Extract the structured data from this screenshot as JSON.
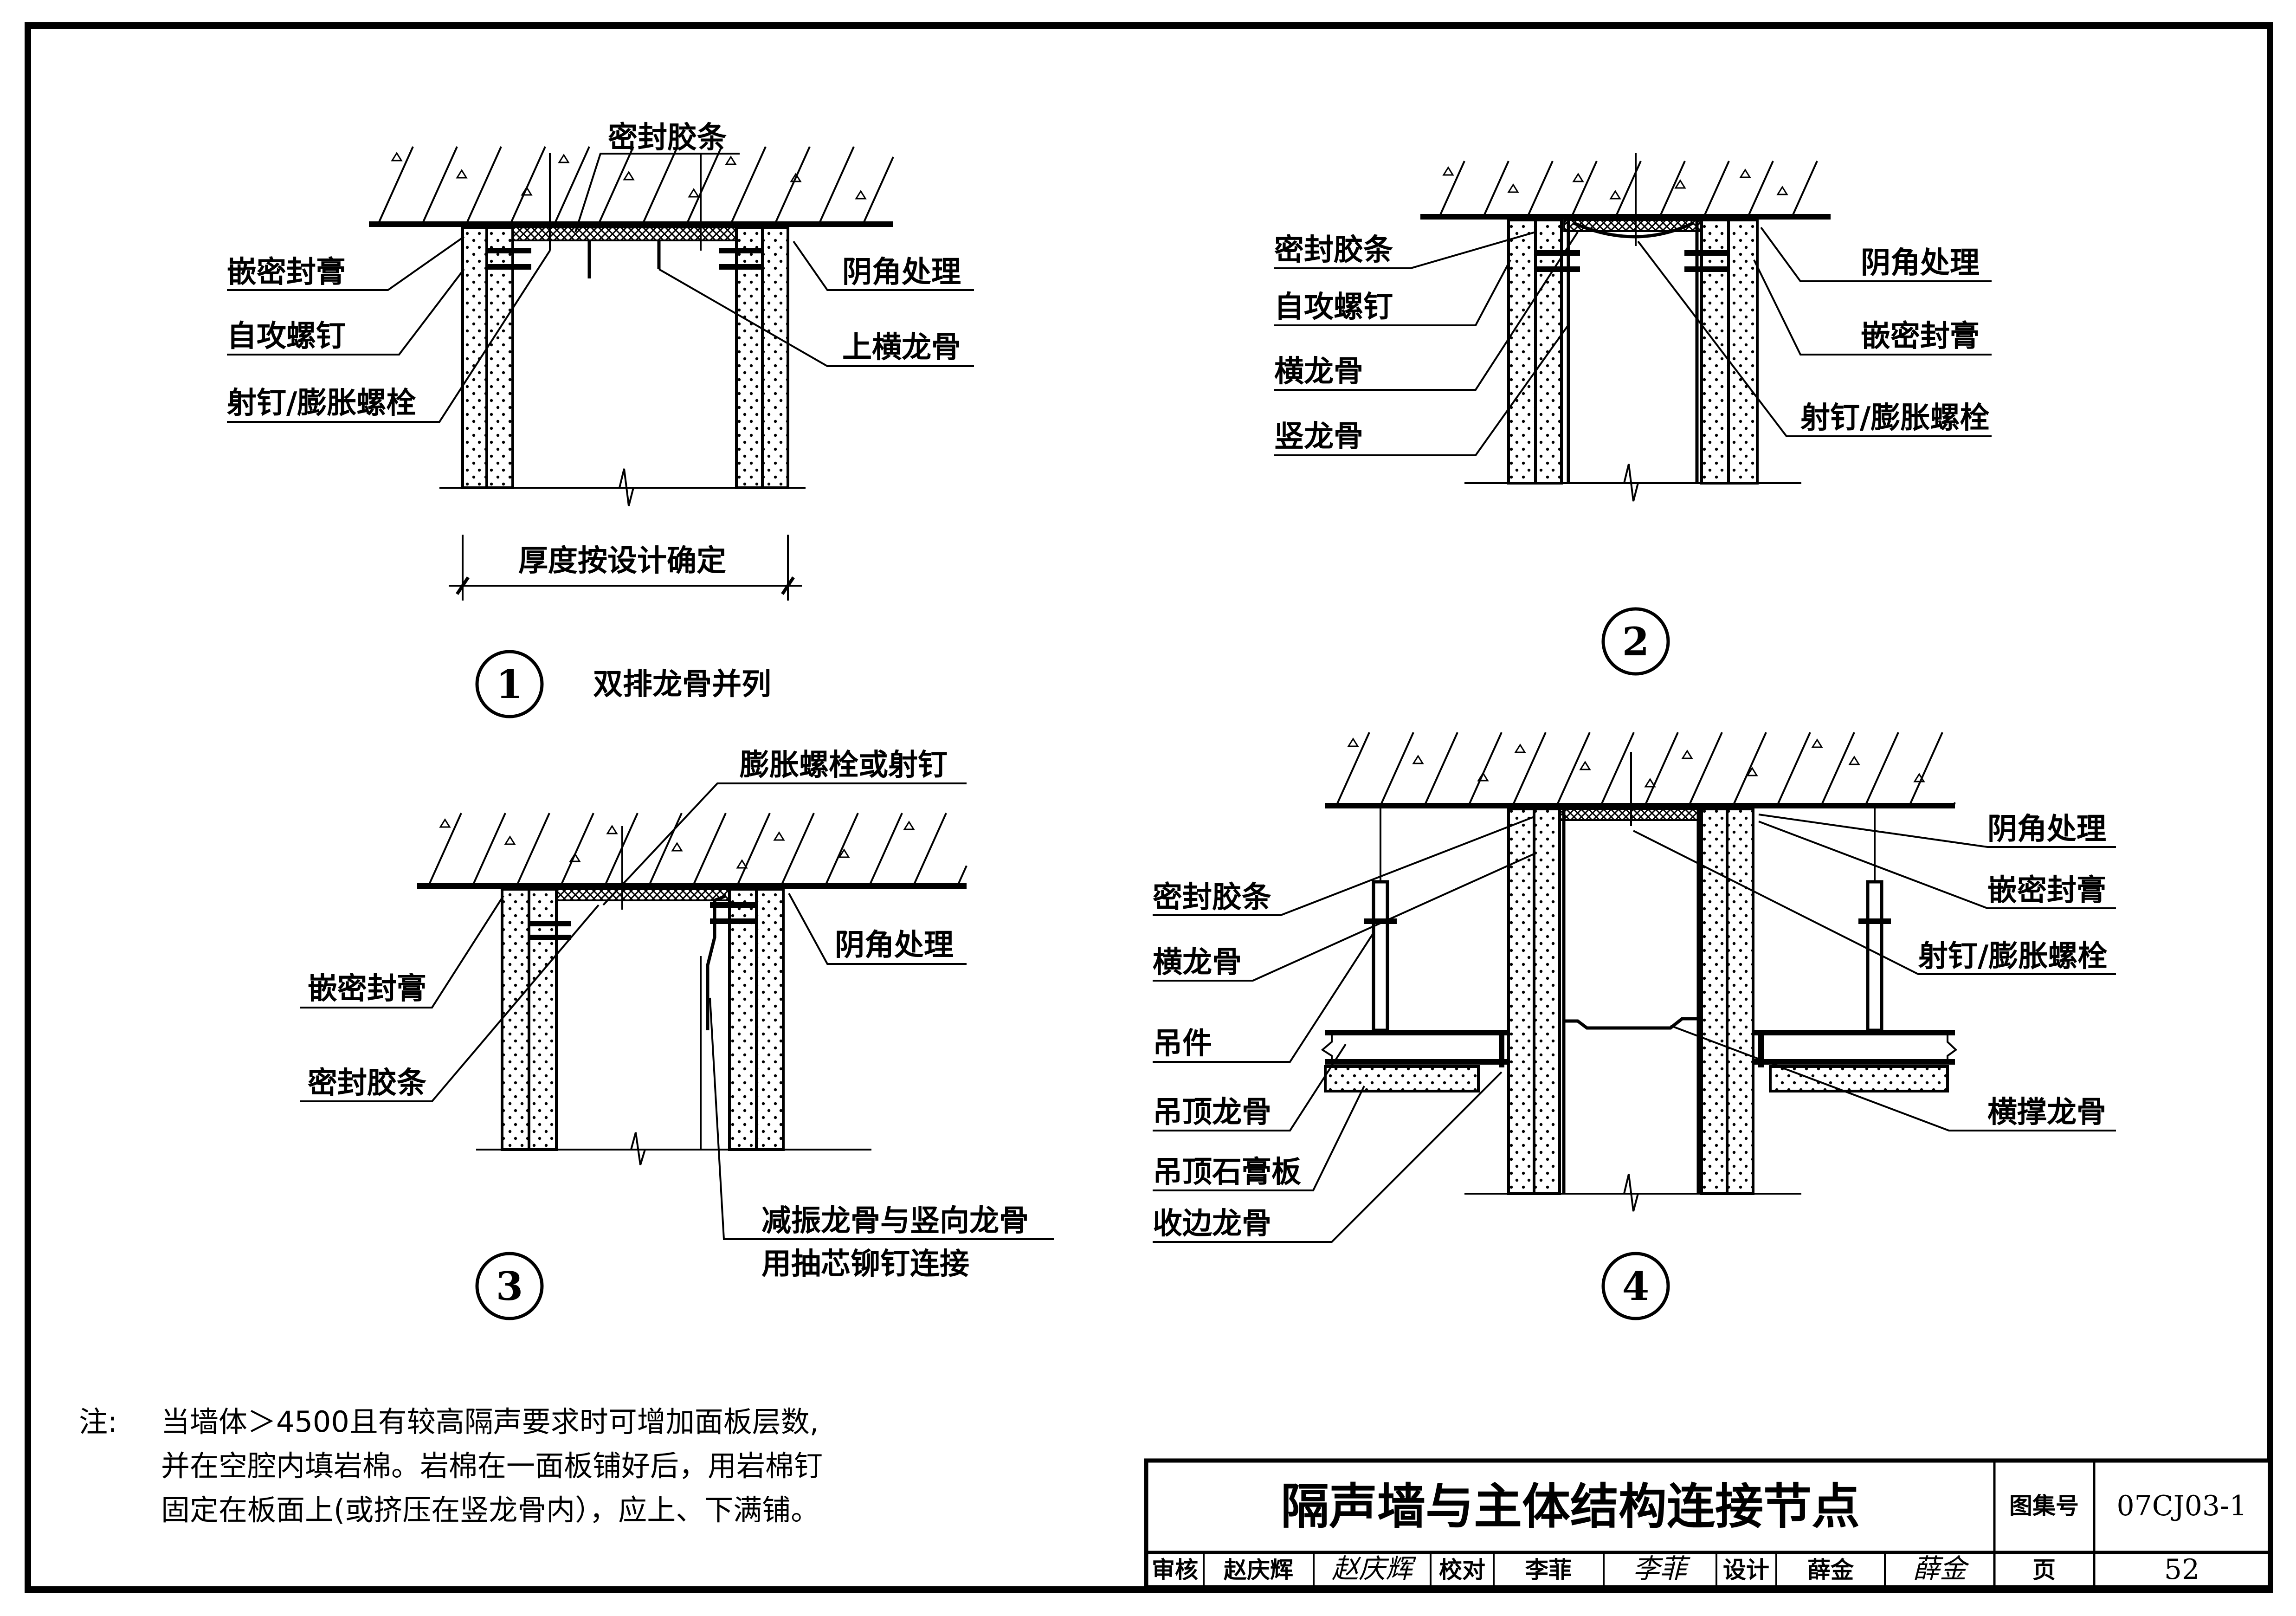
{
  "sheet": {
    "title": "隔声墙与主体结构连接节点",
    "atlas_label": "图集号",
    "atlas_no": "07CJ03-1",
    "page_label": "页",
    "page_no": "52",
    "signoff": [
      {
        "role": "审核",
        "name": "赵庆辉",
        "signature": "赵庆辉"
      },
      {
        "role": "校对",
        "name": "李菲",
        "signature": "李菲"
      },
      {
        "role": "设计",
        "name": "薛金",
        "signature": "薛金"
      }
    ]
  },
  "details": [
    {
      "number": "1",
      "caption": "双排龙骨并列",
      "dimension": "厚度按设计确定",
      "labels_top": [
        "密封胶条"
      ],
      "labels_left": [
        "嵌密封膏",
        "自攻螺钉",
        "射钉/膨胀螺栓"
      ],
      "labels_right": [
        "阴角处理",
        "上横龙骨"
      ]
    },
    {
      "number": "2",
      "labels_left": [
        "密封胶条",
        "自攻螺钉",
        "横龙骨",
        "竖龙骨"
      ],
      "labels_right": [
        "阴角处理",
        "嵌密封膏",
        "射钉/膨胀螺栓"
      ]
    },
    {
      "number": "3",
      "labels_top": [
        "膨胀螺栓或射钉"
      ],
      "labels_left": [
        "嵌密封膏",
        "密封胶条"
      ],
      "labels_right": [
        "阴角处理",
        "减振龙骨与竖向龙骨",
        "用抽芯铆钉连接"
      ]
    },
    {
      "number": "4",
      "labels_left": [
        "密封胶条",
        "横龙骨",
        "吊件",
        "吊顶龙骨",
        "吊顶石膏板",
        "收边龙骨"
      ],
      "labels_right": [
        "阴角处理",
        "嵌密封膏",
        "射钉/膨胀螺栓",
        "横撑龙骨"
      ]
    }
  ],
  "notes": {
    "prefix": "注:",
    "lines": [
      "当墙体＞4500且有较高隔声要求时可增加面板层数,",
      "并在空腔内填岩棉。岩棉在一面板铺好后，用岩棉钉",
      "固定在板面上(或挤压在竖龙骨内），应上、下满铺。"
    ]
  }
}
